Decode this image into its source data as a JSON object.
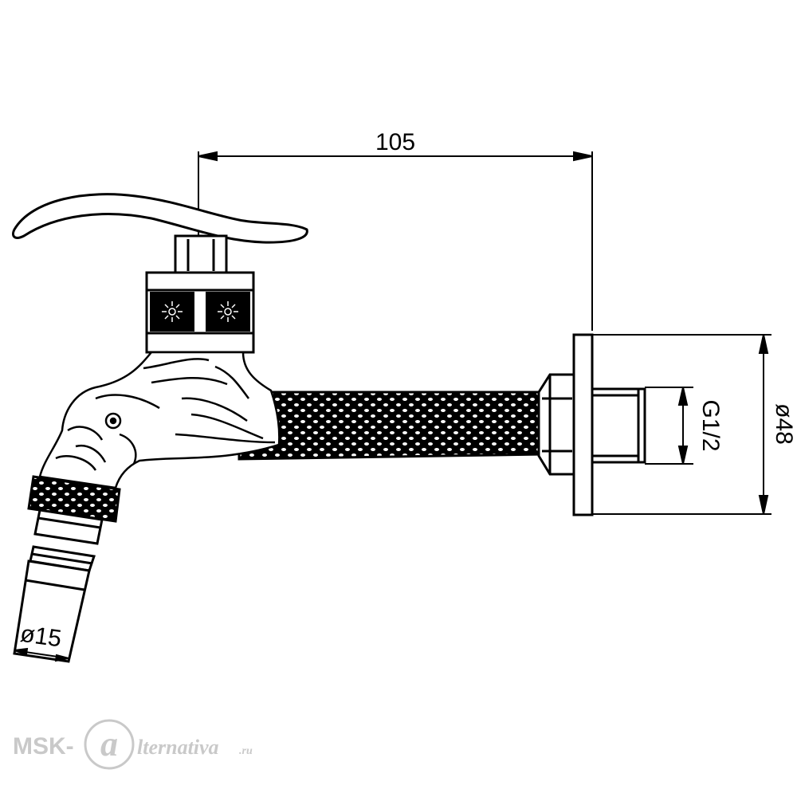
{
  "dimensions": {
    "length": "105",
    "flange_diameter": "ø48",
    "thread": "G1/2",
    "hose_diameter": "ø15"
  },
  "watermark": {
    "prefix": "MSK-",
    "suffix": "lternativa",
    "domain": ".ru"
  },
  "colors": {
    "line": "#000000",
    "watermark": "#c9c9c9"
  }
}
